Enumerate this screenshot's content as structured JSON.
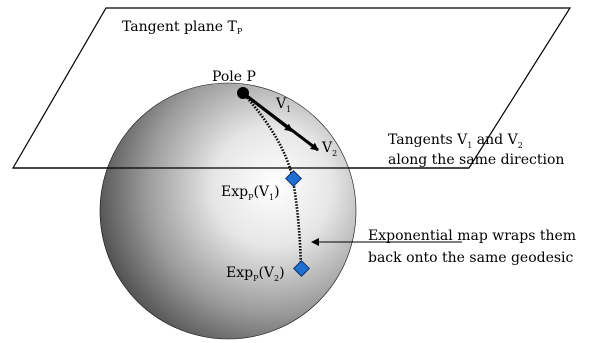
{
  "tangent_plane": {
    "label_main": "Tangent plane T",
    "label_sub": "P"
  },
  "pole": {
    "label": "Pole P"
  },
  "vector_v1": {
    "main": "V",
    "sub": "1"
  },
  "vector_v2": {
    "main": "V",
    "sub": "2"
  },
  "exp_v1": {
    "exp": "Exp",
    "sub_p": "P",
    "arg_open": "(V",
    "arg_sub": "1",
    "arg_close": ")"
  },
  "exp_v2": {
    "exp": "Exp",
    "sub_p": "P",
    "arg_open": "(V",
    "arg_sub": "2",
    "arg_close": ")"
  },
  "tangents_note": {
    "line1_a": "Tangents V",
    "line1_sub1": "1",
    "line1_b": " and V",
    "line1_sub2": "2",
    "line2": "along the same direction"
  },
  "exp_note": {
    "line1": "Exponential map wraps them",
    "line2": "back onto the same geodesic"
  },
  "colors": {
    "marker_fill": "#1f6fd1",
    "marker_stroke": "#0b2f66",
    "outline": "#000000",
    "sphere_light": "#ffffff",
    "sphere_dark": "#2e2e2e"
  }
}
